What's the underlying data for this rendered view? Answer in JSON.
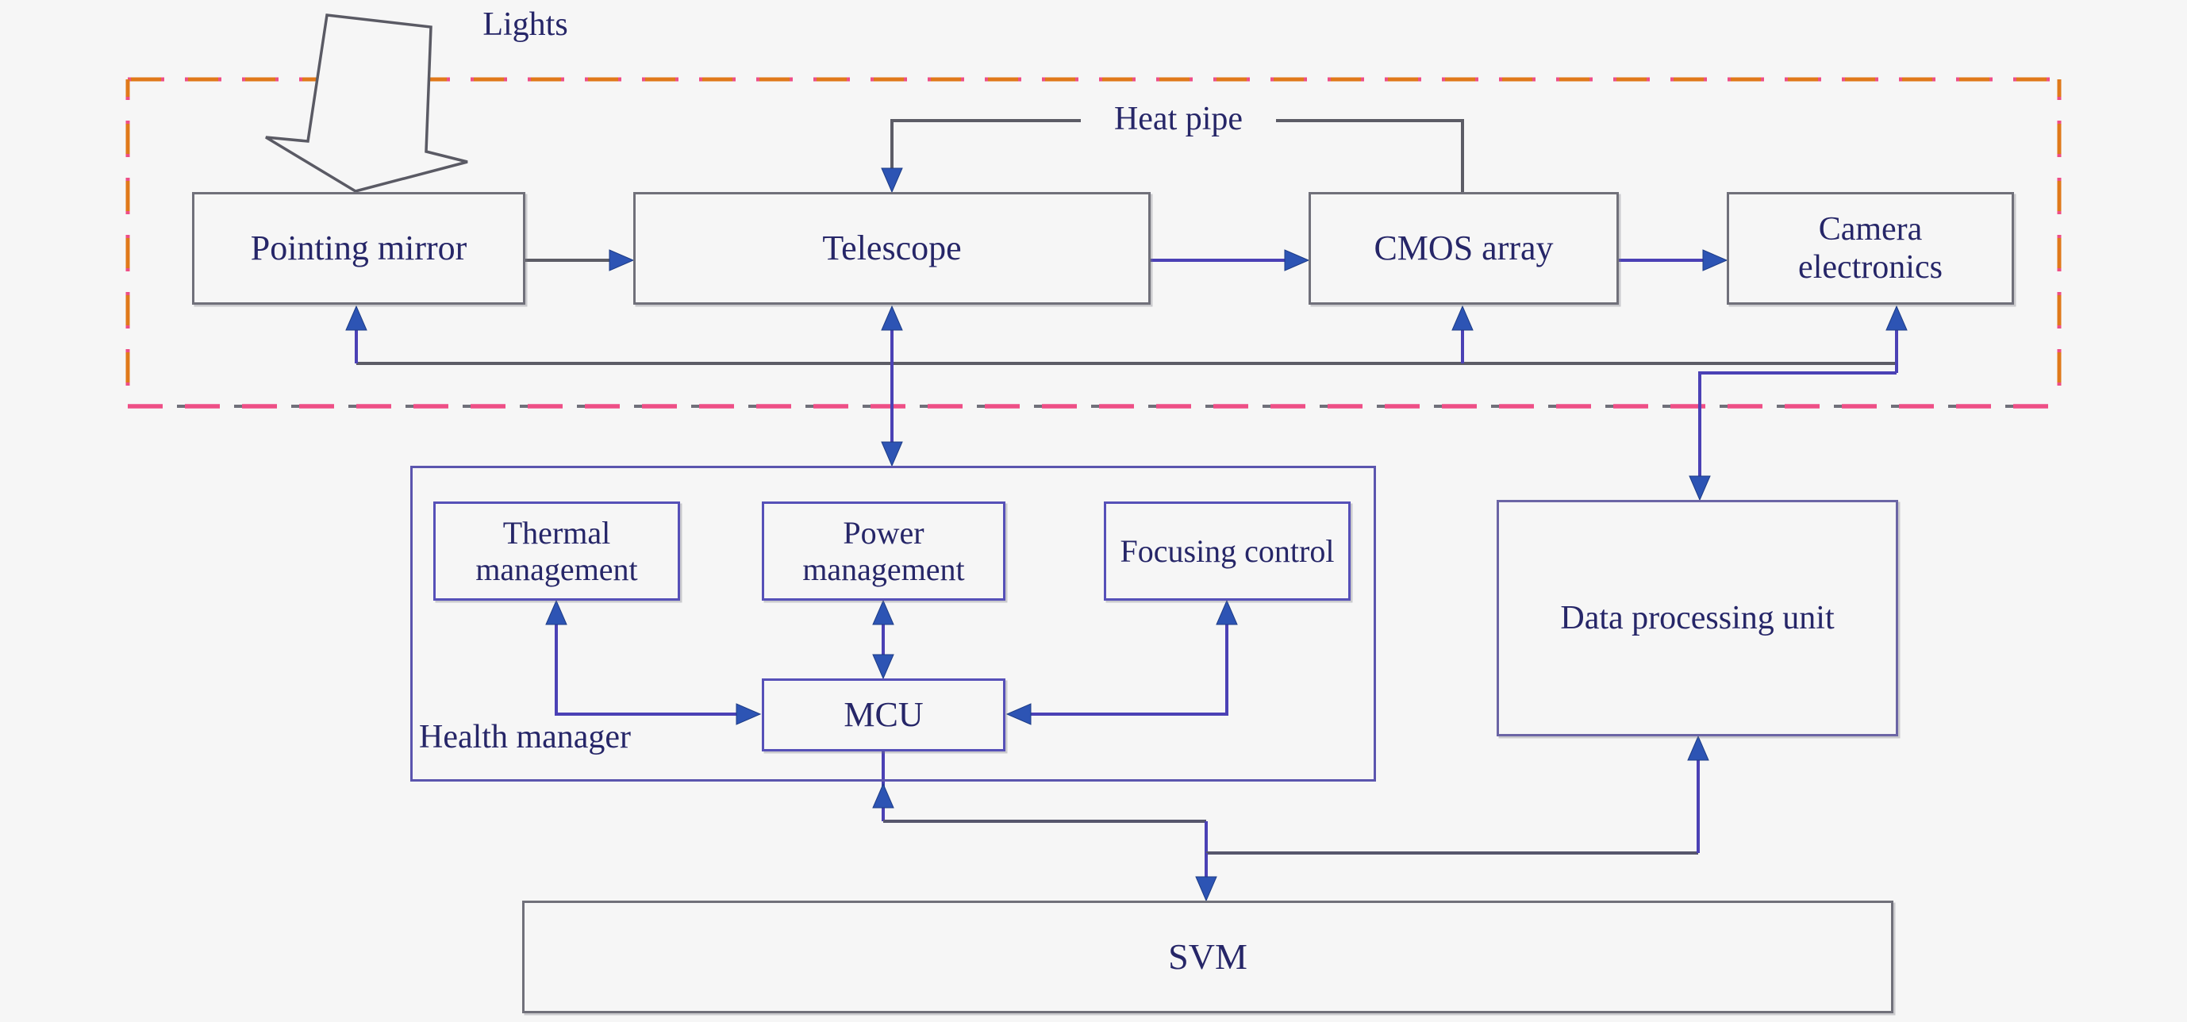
{
  "figure": {
    "title_hint": "Space camera system block diagram",
    "annotations": {
      "lights": "Lights",
      "heat_pipe": "Heat pipe"
    },
    "nodes": {
      "pointing_mirror": "Pointing mirror",
      "telescope": "Telescope",
      "cmos_array": "CMOS array",
      "camera_electronics": "Camera electronics",
      "thermal_management": "Thermal management",
      "power_management": "Power management",
      "focusing_control": "Focusing control",
      "mcu": "MCU",
      "health_manager": "Health manager",
      "data_processing_unit": "Data processing unit",
      "svm": "SVM"
    },
    "colors": {
      "background": "#f6f6f6",
      "text_navy": "#262668",
      "node_border_gray": "#70707a",
      "node_border_purple": "#5650b8",
      "group_border_purple": "#5b55ae",
      "wire_gray": "#5c5c66",
      "wire_purple": "#4b41b5",
      "arrowhead_blue": "#2d54b4",
      "dashed_orange": "#e0791a",
      "dashed_pink": "#ee4f86"
    },
    "edges": [
      {
        "from": "lights",
        "to": "pointing_mirror",
        "style": "block-arrow"
      },
      {
        "from": "pointing_mirror",
        "to": "telescope",
        "arrow": "forward"
      },
      {
        "from": "telescope",
        "to": "cmos_array",
        "arrow": "forward"
      },
      {
        "from": "cmos_array",
        "to": "camera_electronics",
        "arrow": "forward"
      },
      {
        "from": "cmos_array",
        "to": "telescope",
        "via": "heat_pipe",
        "arrow": "forward"
      },
      {
        "from": "health_manager",
        "to": "pointing_mirror",
        "arrow": "forward"
      },
      {
        "from": "health_manager",
        "to": "cmos_array",
        "arrow": "forward"
      },
      {
        "from": "health_manager",
        "to": "camera_electronics",
        "arrow": "forward"
      },
      {
        "from": "telescope",
        "to": "health_manager",
        "arrow": "both"
      },
      {
        "from": "camera_electronics",
        "to": "data_processing_unit",
        "arrow": "forward"
      },
      {
        "from": "mcu",
        "to": "thermal_management",
        "arrow": "both"
      },
      {
        "from": "mcu",
        "to": "power_management",
        "arrow": "both"
      },
      {
        "from": "mcu",
        "to": "focusing_control",
        "arrow": "both"
      },
      {
        "from": "svm",
        "to": "health_manager",
        "arrow": "both"
      },
      {
        "from": "svm",
        "to": "data_processing_unit",
        "arrow": "forward"
      }
    ]
  }
}
